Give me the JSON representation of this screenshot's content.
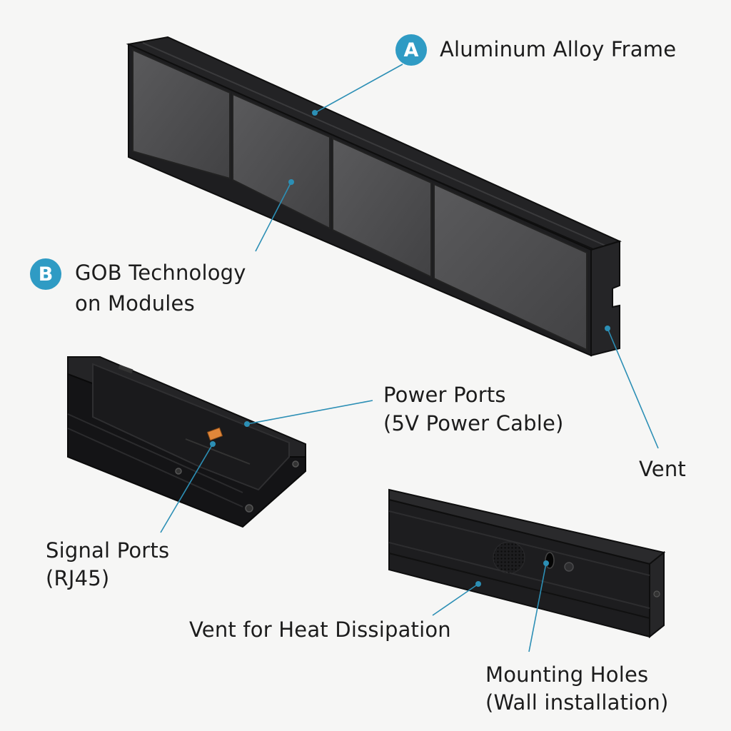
{
  "colors": {
    "accent": "#2f9bc4",
    "leader": "#2c8fb5",
    "housing": "#1d1d1f",
    "panel": "#4b4b4d",
    "port": "#e0873a"
  },
  "callouts": {
    "a": {
      "badge": "A",
      "text": "Aluminum Alloy Frame"
    },
    "b": {
      "badge": "B",
      "line1": "GOB Technology",
      "line2": "on Modules"
    },
    "vent": {
      "text": "Vent"
    },
    "power": {
      "line1": "Power Ports",
      "line2": "(5V Power Cable)"
    },
    "signal": {
      "line1": "Signal Ports",
      "line2": "(RJ45)"
    },
    "heat": {
      "text": "Vent for Heat Dissipation"
    },
    "mounting": {
      "line1": "Mounting Holes",
      "line2": "(Wall installation)"
    }
  }
}
